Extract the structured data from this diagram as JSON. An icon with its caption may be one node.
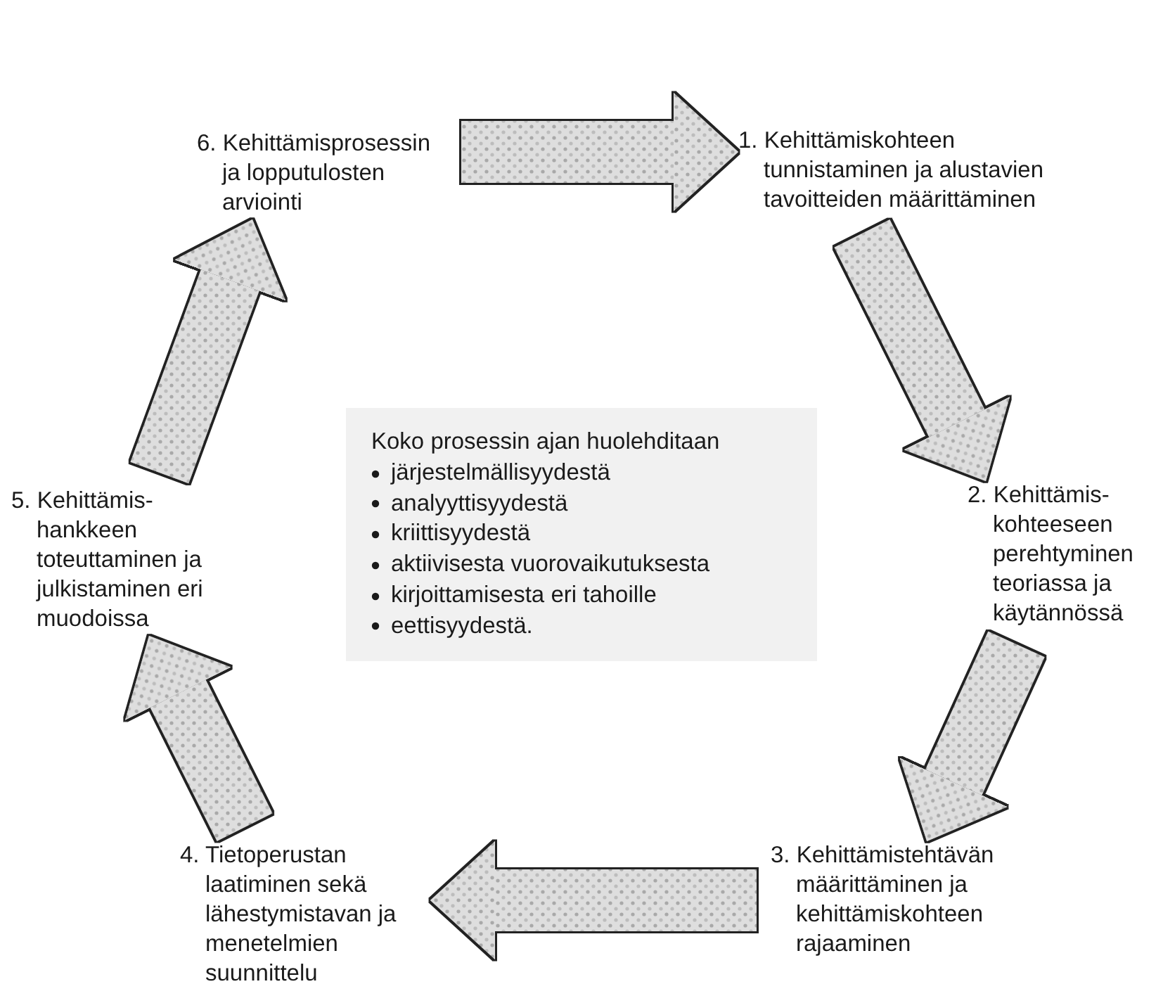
{
  "diagram": {
    "nodes": [
      {
        "text": [
          "1. Kehittämiskohteen tunnistaminen ja alustavien tavoitteiden määrittäminen"
        ]
      },
      {
        "text": [
          "2. Kehittämis-kohteeseen perehtyminen teoriassa ja käytännössä"
        ]
      },
      {
        "text": [
          "3. Kehittämistehtävän määrittäminen ja kehittämiskohteen rajaaminen"
        ]
      },
      {
        "text": [
          "4. Tietoperustan laatiminen sekä lähestymistavan ja menetelmien suunnittelu"
        ]
      },
      {
        "text": [
          "5. Kehittämis-hankkeen toteuttaminen ja julkistaminen eri muodoissa"
        ]
      },
      {
        "text": [
          "6. Kehittämisprosessin ja lopputulosten arviointi"
        ]
      },
      {
        "text": [
          "Koko prosessin ajan huolehditaan",
          "järjestelmällisyydestä",
          "analyyttisyydestä",
          "kriittisyydestä",
          "aktiivisesta vuorovaikutuksesta",
          "kirjoittamisesta eri tahoille",
          "eettisyydestä."
        ]
      }
    ],
    "edges": [
      {
        "from": 5,
        "to": 0,
        "arrow": "to",
        "style": "thick"
      },
      {
        "from": 0,
        "to": 1,
        "arrow": "to",
        "style": "thick"
      },
      {
        "from": 1,
        "to": 2,
        "arrow": "to",
        "style": "thick"
      },
      {
        "from": 2,
        "to": 3,
        "arrow": "to",
        "style": "thick"
      },
      {
        "from": 3,
        "to": 4,
        "arrow": "to",
        "style": "thick"
      },
      {
        "from": 4,
        "to": 5,
        "arrow": "to",
        "style": "thick"
      }
    ]
  }
}
